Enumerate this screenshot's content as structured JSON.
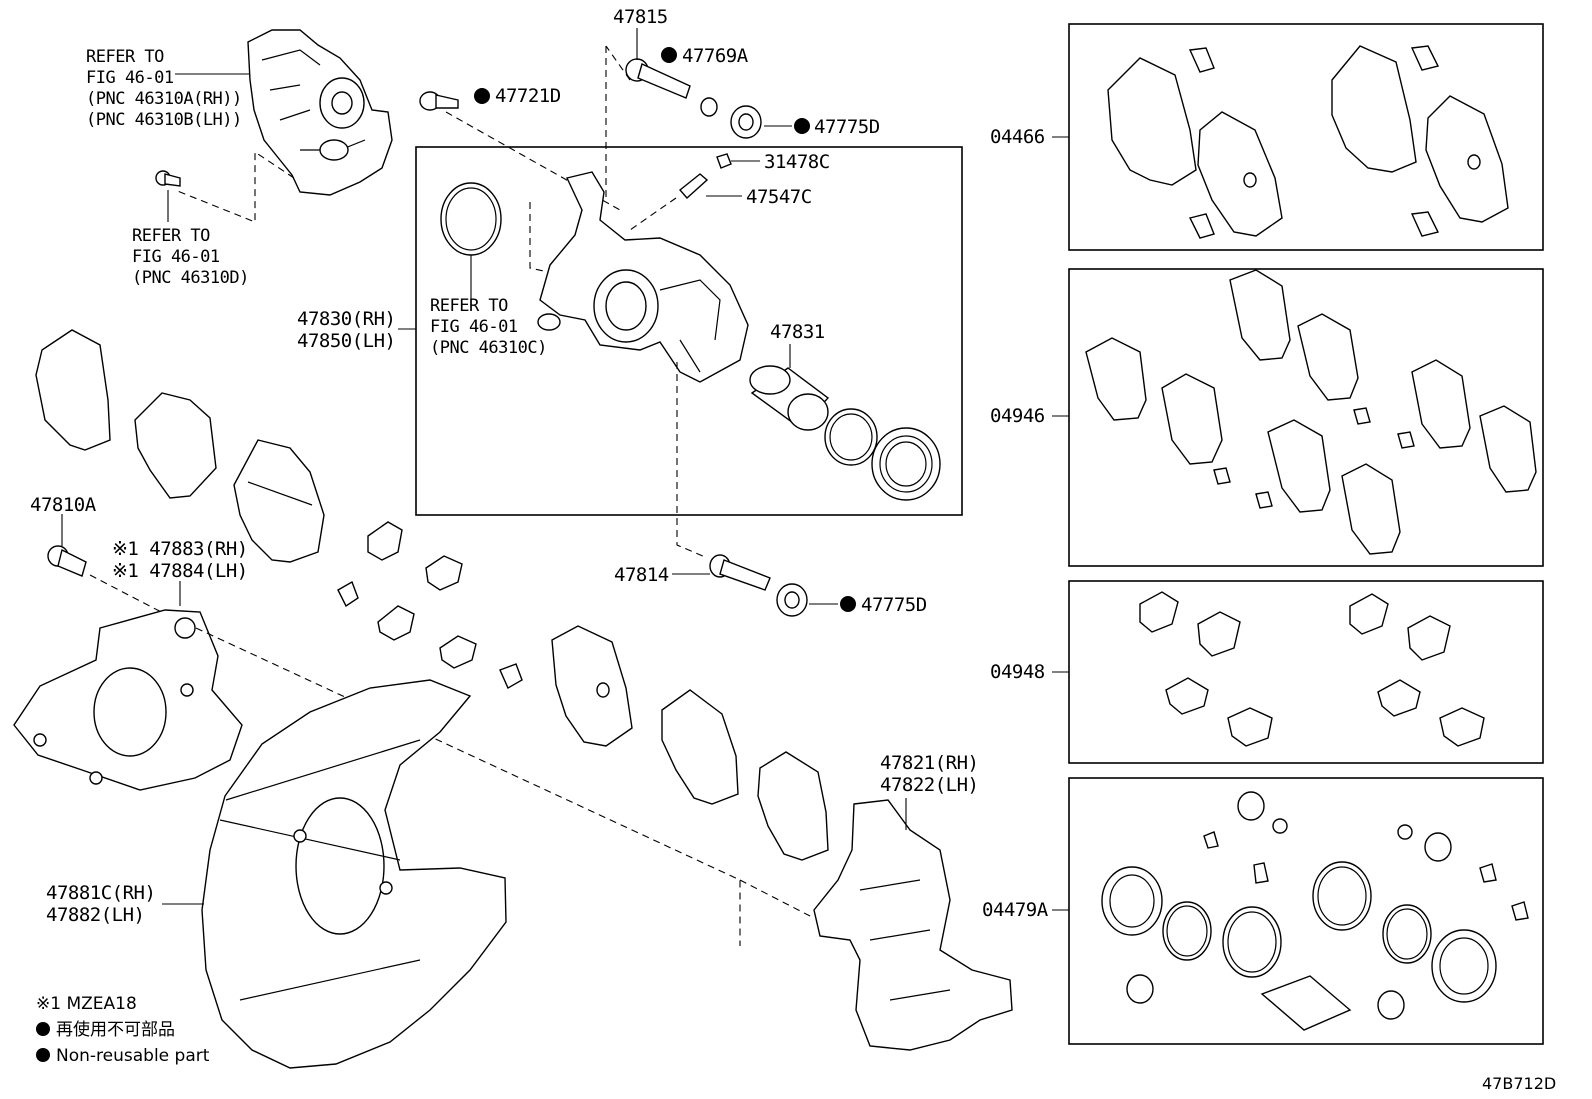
{
  "diagram": {
    "code": "47B712D",
    "labels": {
      "refer_top": "REFER TO\nFIG 46-01\n(PNC 46310A(RH))\n(PNC 46310B(LH))",
      "refer_mid": "REFER TO\nFIG 46-01\n(PNC 46310D)",
      "refer_caliper": "REFER TO\nFIG 46-01\n(PNC 46310C)",
      "p47815": "47815",
      "p47769A": "47769A",
      "p47721D": "47721D",
      "p47775D_a": "47775D",
      "p31478C": "31478C",
      "p47547C": "47547C",
      "p47830": "47830(RH)\n47850(LH)",
      "p47831": "47831",
      "p47810A": "47810A",
      "p47883": "※1 47883(RH)\n※1 47884(LH)",
      "p47814": "47814",
      "p47775D_b": "47775D",
      "p47821": "47821(RH)\n47822(LH)",
      "p47881": "47881C(RH)\n47882(LH)",
      "k04466": "04466",
      "k04946": "04946",
      "k04948": "04948",
      "k04479A": "04479A"
    },
    "legend": {
      "note1": "※1 MZEA18",
      "non_reusable_jp": "再使用不可部品",
      "non_reusable_en": "Non-reusable part"
    }
  }
}
